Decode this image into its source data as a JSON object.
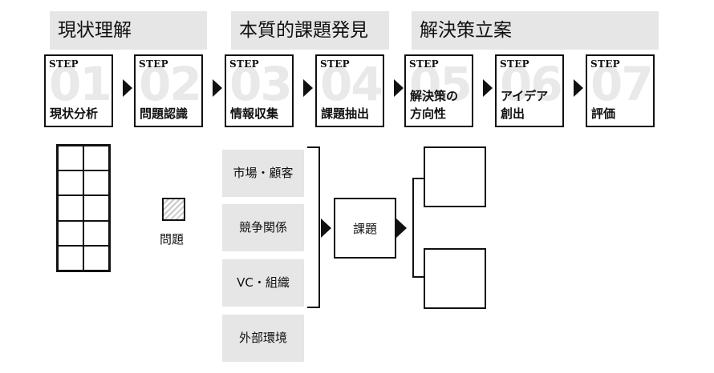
{
  "phases": [
    {
      "label": "現状理解"
    },
    {
      "label": "本質的課題発見"
    },
    {
      "label": "解決策立案"
    }
  ],
  "steps": [
    {
      "tag": "STEP",
      "number": "01",
      "title": "現状分析"
    },
    {
      "tag": "STEP",
      "number": "02",
      "title": "問題認識"
    },
    {
      "tag": "STEP",
      "number": "03",
      "title": "情報収集"
    },
    {
      "tag": "STEP",
      "number": "04",
      "title": "課題抽出"
    },
    {
      "tag": "STEP",
      "number": "05",
      "title": "解決策の\n方向性"
    },
    {
      "tag": "STEP",
      "number": "06",
      "title": "アイデア\n創出"
    },
    {
      "tag": "STEP",
      "number": "07",
      "title": "評価"
    }
  ],
  "problem_label": "問題",
  "factors": [
    "市場・顧客",
    "競争関係",
    "VC・組織",
    "外部環境"
  ],
  "issue_label": "課題",
  "colors": {
    "band": "#e6e6e6",
    "ink": "#111111",
    "ghost_number": "#e9e9e9"
  }
}
